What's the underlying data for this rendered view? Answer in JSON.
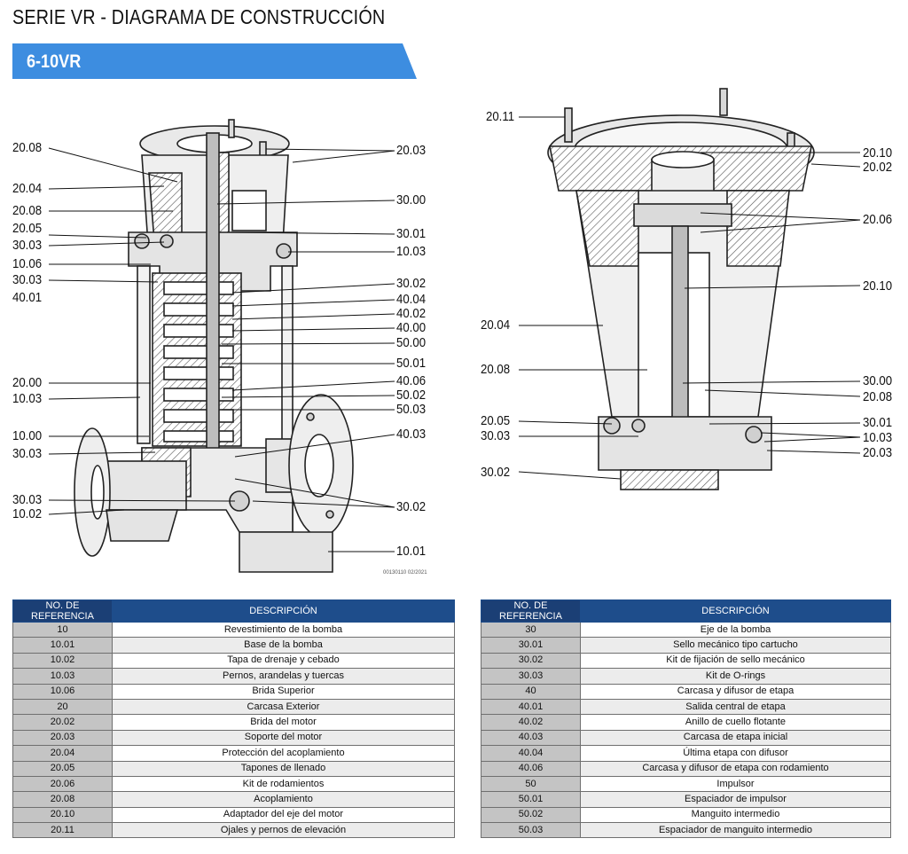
{
  "header": {
    "title": "SERIE VR -  DIAGRAMA DE CONSTRUCCIÓN",
    "model_banner": "6-10VR",
    "banner_color": "#3d8de0"
  },
  "diagram": {
    "doc_code": "00130110 02/2021",
    "left_callouts": {
      "left_side": [
        "20.08",
        "20.04",
        "20.08",
        "20.05",
        "30.03",
        "10.06",
        "30.03",
        "40.01",
        "20.00",
        "10.03",
        "10.00",
        "30.03",
        "30.03",
        "10.02"
      ],
      "right_side": [
        "20.03",
        "30.00",
        "30.01",
        "10.03",
        "30.02",
        "40.04",
        "40.02",
        "40.00",
        "50.00",
        "50.01",
        "40.06",
        "50.02",
        "50.03",
        "40.03",
        "30.02",
        "10.01"
      ]
    },
    "right_callouts": {
      "left_side": [
        "20.11",
        "20.04",
        "20.08",
        "20.05",
        "30.03",
        "30.02"
      ],
      "right_side": [
        "20.10",
        "20.02",
        "20.06",
        "20.10",
        "30.00",
        "20.08",
        "30.01",
        "10.03",
        "20.03"
      ]
    }
  },
  "tables": {
    "ref_header": "NO. DE REFERENCIA",
    "desc_header": "DESCRIPCIÓN",
    "header_color": "#1e4d8b",
    "left": [
      {
        "ref": "10",
        "desc": "Revestimiento de la bomba"
      },
      {
        "ref": "10.01",
        "desc": "Base de la bomba"
      },
      {
        "ref": "10.02",
        "desc": "Tapa de drenaje y cebado"
      },
      {
        "ref": "10.03",
        "desc": "Pernos, arandelas y tuercas"
      },
      {
        "ref": "10.06",
        "desc": "Brida Superior"
      },
      {
        "ref": "20",
        "desc": "Carcasa Exterior"
      },
      {
        "ref": "20.02",
        "desc": "Brida del motor"
      },
      {
        "ref": "20.03",
        "desc": "Soporte del motor"
      },
      {
        "ref": "20.04",
        "desc": "Protección del acoplamiento"
      },
      {
        "ref": "20.05",
        "desc": "Tapones de llenado"
      },
      {
        "ref": "20.06",
        "desc": "Kit de rodamientos"
      },
      {
        "ref": "20.08",
        "desc": "Acoplamiento"
      },
      {
        "ref": "20.10",
        "desc": "Adaptador del eje del motor"
      },
      {
        "ref": "20.11",
        "desc": "Ojales y pernos de elevación"
      }
    ],
    "right": [
      {
        "ref": "30",
        "desc": "Eje de la bomba"
      },
      {
        "ref": "30.01",
        "desc": "Sello mecánico tipo cartucho"
      },
      {
        "ref": "30.02",
        "desc": "Kit de fijación de sello mecánico"
      },
      {
        "ref": "30.03",
        "desc": "Kit de O-rings"
      },
      {
        "ref": "40",
        "desc": "Carcasa y difusor de etapa"
      },
      {
        "ref": "40.01",
        "desc": "Salida central de etapa"
      },
      {
        "ref": "40.02",
        "desc": "Anillo de cuello flotante"
      },
      {
        "ref": "40.03",
        "desc": "Carcasa de etapa inicial"
      },
      {
        "ref": "40.04",
        "desc": "Última etapa con difusor"
      },
      {
        "ref": "40.06",
        "desc": "Carcasa y difusor de etapa con rodamiento"
      },
      {
        "ref": "50",
        "desc": "Impulsor"
      },
      {
        "ref": "50.01",
        "desc": "Espaciador de impulsor"
      },
      {
        "ref": "50.02",
        "desc": "Manguito intermedio"
      },
      {
        "ref": "50.03",
        "desc": "Espaciador de manguito intermedio"
      }
    ]
  }
}
